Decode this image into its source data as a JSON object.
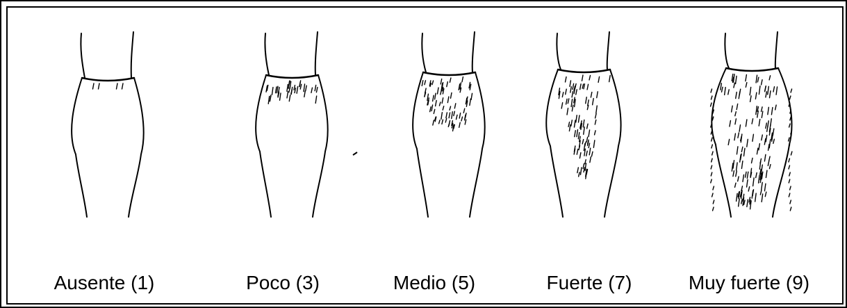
{
  "panels": [
    {
      "label": "Ausente (1)"
    },
    {
      "label": "Poco (3)"
    },
    {
      "label": "Medio (5)"
    },
    {
      "label": "Fuerte (7)"
    },
    {
      "label": "Muy fuerte (9)"
    }
  ],
  "colors": {
    "ink": "#000000",
    "background": "#ffffff"
  }
}
